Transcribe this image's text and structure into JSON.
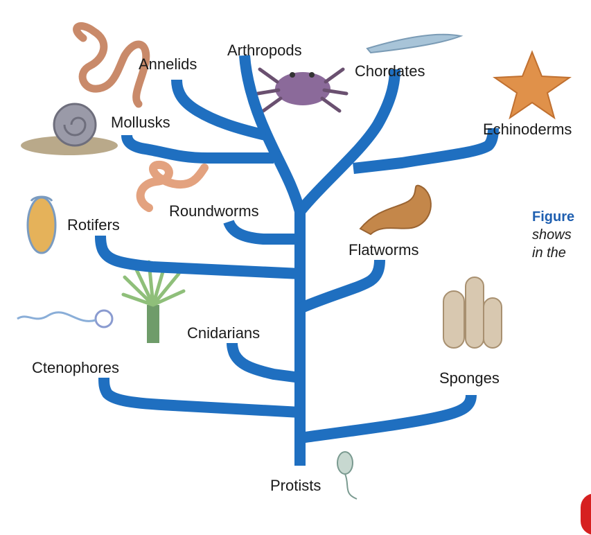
{
  "diagram": {
    "branch_color": "#1f6fc0",
    "labels": {
      "annelids": "Annelids",
      "arthropods": "Arthropods",
      "chordates": "Chordates",
      "echinoderms": "Echinoderms",
      "mollusks": "Mollusks",
      "roundworms": "Roundworms",
      "rotifers": "Rotifers",
      "flatworms": "Flatworms",
      "cnidarians": "Cnidarians",
      "ctenophores": "Ctenophores",
      "sponges": "Sponges",
      "protists": "Protists"
    }
  },
  "caption": {
    "figure": "Figure",
    "line1": "shows",
    "line2": "in the"
  },
  "accent_color": "#d62020"
}
